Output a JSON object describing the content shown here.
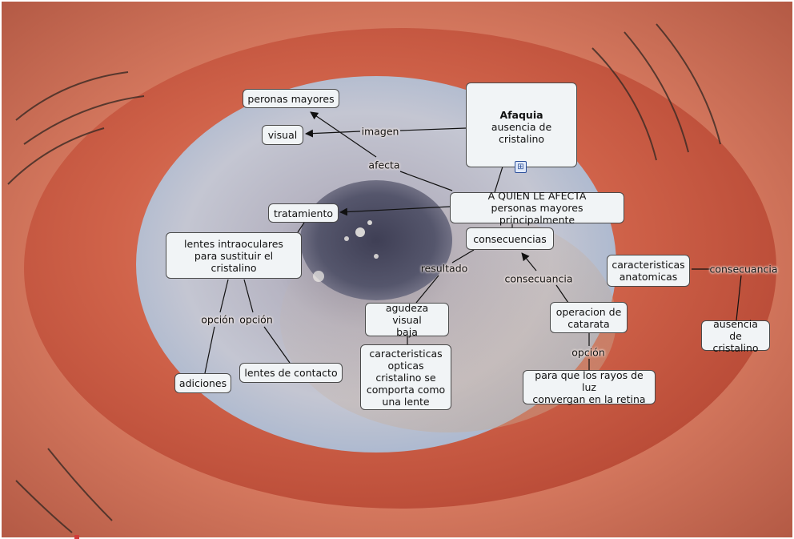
{
  "background": {
    "description_colors": {
      "sclera": "#c9573f",
      "iris": "#aab8cc",
      "pupil": "#4d4f63",
      "skin": "#d9826a"
    }
  },
  "main_node": {
    "title": "Afaquia",
    "subtitle": "ausencia de\ncristalino"
  },
  "nodes": {
    "peronas_mayores": "peronas mayores",
    "visual": "visual",
    "a_quien": "A QUIEN LE AFECTA\npersonas mayores principalmente",
    "tratamiento": "tratamiento",
    "lentes_intraoculares": "lentes intraoculares\npara sustituir el cristalino",
    "consecuencias": "consecuencias",
    "caracteristicas_anatomicas": "caracteristicas\nanatomicas",
    "agudeza_visual": "agudeza visual\nbaja",
    "operacion_catarata": "operacion de\ncatarata",
    "ausencia_cristalino": "ausencia de\ncristalino",
    "caracteristicas_opticas": "caracteristicas\nopticas\ncristalino se\ncomporta como\nuna lente",
    "adiciones": "adiciones",
    "lentes_contacto": "lentes de contacto",
    "rayos_luz": "para que los rayos de luz\nconvergan en la retina"
  },
  "link_labels": {
    "imagen": "imagen",
    "afecta": "afecta",
    "resultado": "resultado",
    "consecuancia_1": "consecuancia",
    "consecuancia_2": "consecuancia",
    "opcion_1": "opción",
    "opcion_2": "opción",
    "opcion_3": "opción"
  },
  "icons": {
    "main_node_resource": "concept-map-resource-icon"
  },
  "colors": {
    "node_fill": "#f1f4f6",
    "node_border": "#4a4a4a",
    "link": "#1a1a1a"
  }
}
